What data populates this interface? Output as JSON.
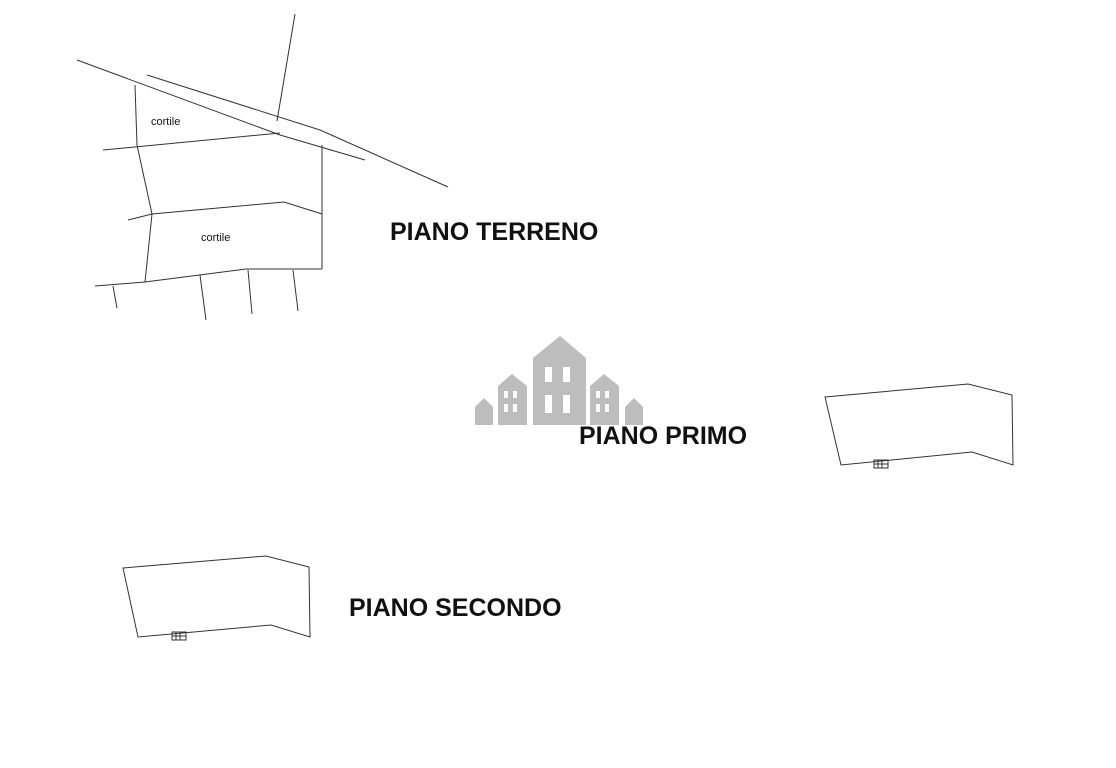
{
  "labels": {
    "ground_floor": "PIANO TERRENO",
    "first_floor": "PIANO PRIMO",
    "second_floor": "PIANO SECONDO"
  },
  "ground_plan": {
    "courtyard_1": "cortile",
    "courtyard_2": "cortile"
  },
  "watermark": {
    "icon": "buildings-icon",
    "color": "#b8b8b8"
  }
}
